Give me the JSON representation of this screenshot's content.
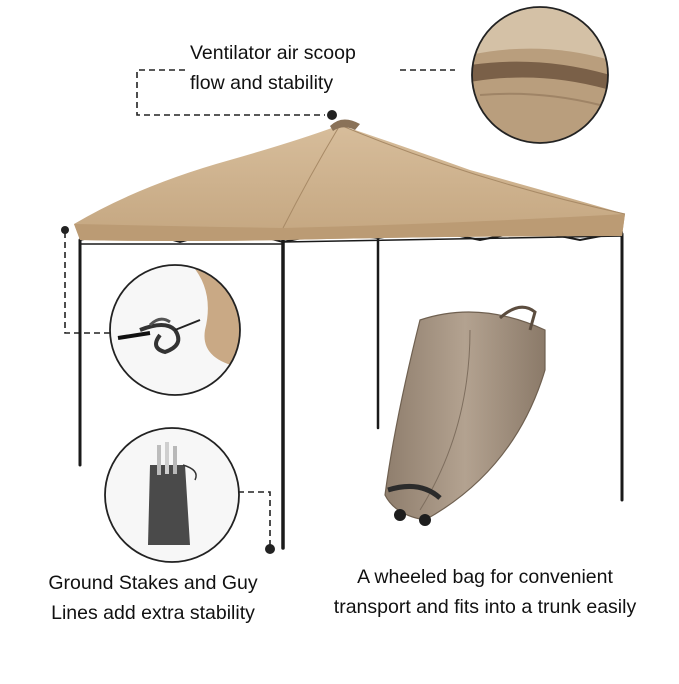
{
  "captions": {
    "ventilator": {
      "line1": "Ventilator air scoop",
      "line2": "flow and stability"
    },
    "stakes": {
      "line1": "Ground Stakes and Guy",
      "line2": "Lines add extra stability"
    },
    "bag": {
      "line1": "A wheeled bag for convenient",
      "line2": "transport and fits into a trunk easily"
    }
  },
  "colors": {
    "canopy": "#c9ad8a",
    "canopy_shade": "#b8976f",
    "frame": "#1a1a1a",
    "bag": "#a89684",
    "callout_border": "#222222"
  }
}
